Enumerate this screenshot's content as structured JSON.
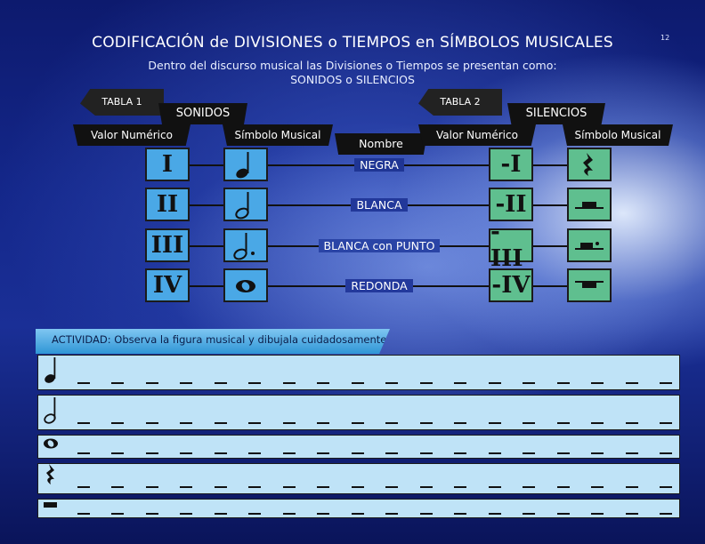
{
  "page": {
    "title": "CODIFICACIÓN de DIVISIONES o TIEMPOS en SÍMBOLOS MUSICALES",
    "subtitle_line1": "Dentro del discurso musical las Divisiones o Tiempos se presentan como:",
    "subtitle_line2": "SONIDOS o SILENCIOS",
    "page_number": "12"
  },
  "table1": {
    "tag": "TABLA 1",
    "header": "SONIDOS",
    "col_value": "Valor Numérico",
    "col_symbol": "Símbolo Musical",
    "rows": [
      {
        "value": "I",
        "symbol": "quarter-note-icon"
      },
      {
        "value": "II",
        "symbol": "half-note-icon"
      },
      {
        "value": "III",
        "symbol": "dotted-half-note-icon"
      },
      {
        "value": "IV",
        "symbol": "whole-note-icon"
      }
    ]
  },
  "names": {
    "header": "Nombre",
    "items": [
      "NEGRA",
      "BLANCA",
      "BLANCA con PUNTO",
      "REDONDA"
    ]
  },
  "table2": {
    "tag": "TABLA 2",
    "header": "SILENCIOS",
    "col_value": "Valor Numérico",
    "col_symbol": "Símbolo Musical",
    "rows": [
      {
        "value": "-I",
        "symbol": "quarter-rest-icon"
      },
      {
        "value": "-II",
        "symbol": "half-rest-icon"
      },
      {
        "value": "-III",
        "symbol": "dotted-half-rest-icon"
      },
      {
        "value": "-IV",
        "symbol": "whole-rest-icon"
      }
    ]
  },
  "activity": {
    "label": "ACTIVIDAD: Observa la figura musical y dibujala cuidadosamente",
    "rows": [
      {
        "symbol": "quarter-note-icon"
      },
      {
        "symbol": "half-note-icon"
      },
      {
        "symbol": "whole-note-icon"
      },
      {
        "symbol": "quarter-rest-icon"
      },
      {
        "symbol": "whole-rest-icon"
      }
    ]
  },
  "colors": {
    "sound_box": "#4aa8e6",
    "rest_box": "#5fbf8f",
    "activity_row": "#bfe3f7"
  }
}
